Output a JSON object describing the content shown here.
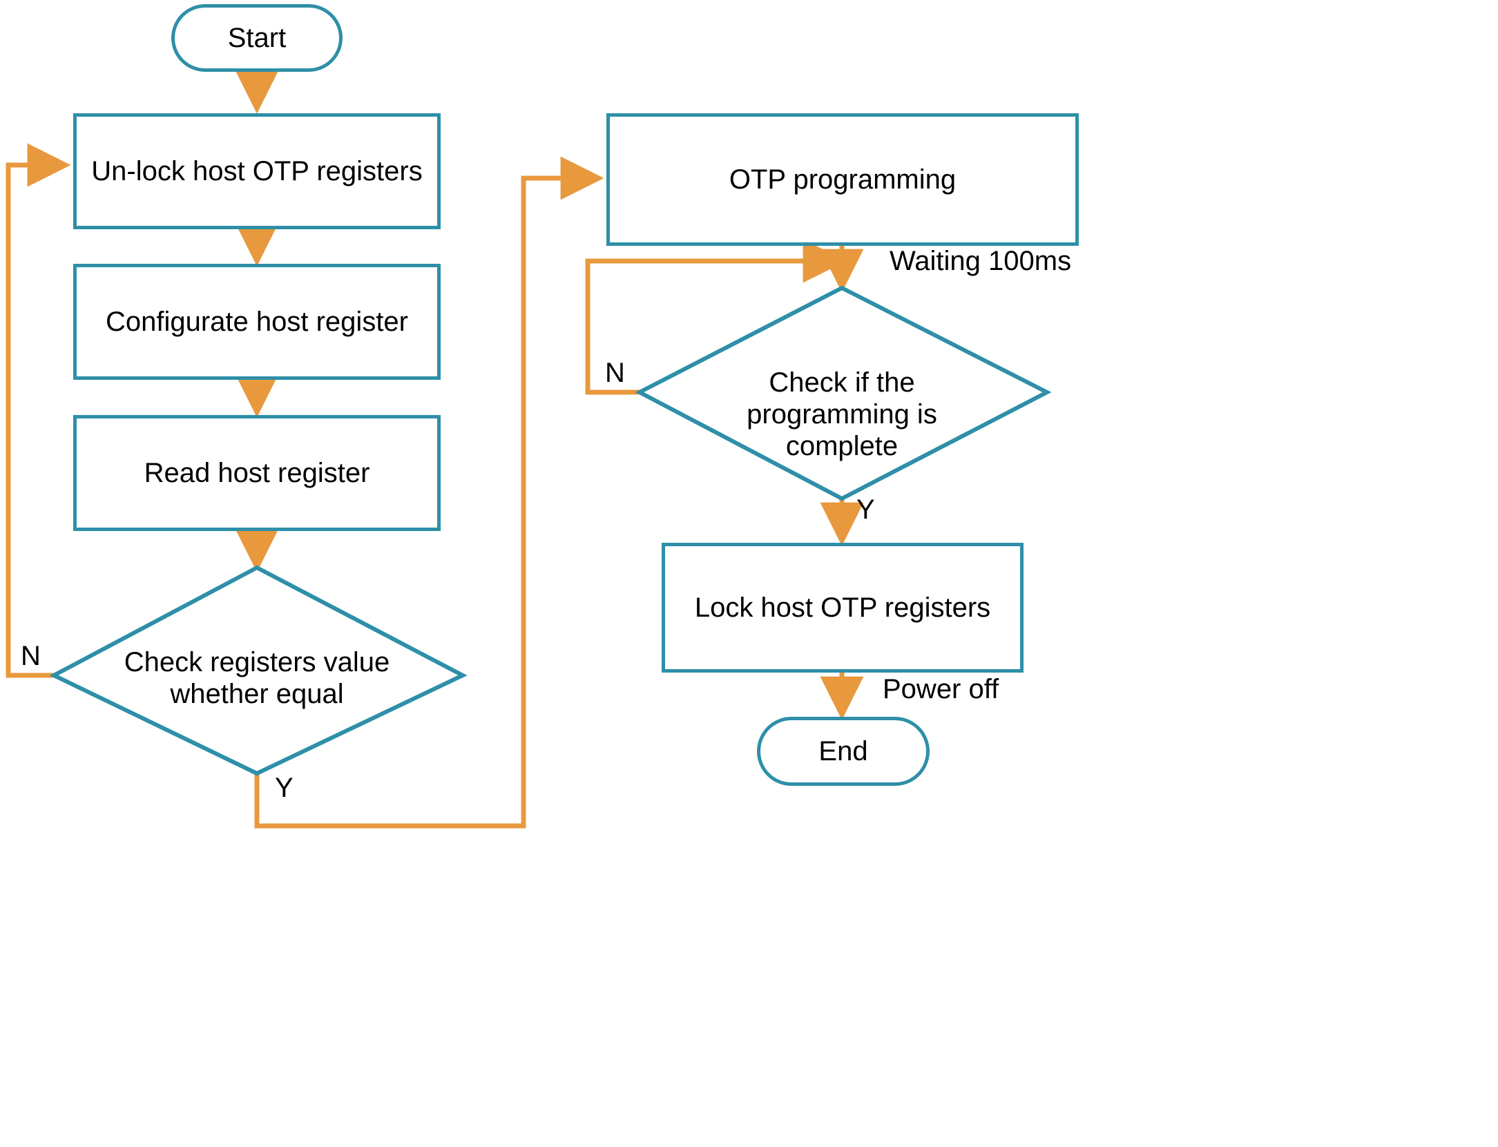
{
  "diagram": {
    "title": "Host OTP programming flowchart",
    "colors": {
      "shape_stroke": "#2E8FA8",
      "connector": "#E8993D",
      "text": "#000000",
      "background": "#FFFFFF"
    },
    "nodes": {
      "start": {
        "label": "Start",
        "type": "terminator"
      },
      "unlock": {
        "label": "Un-lock host OTP registers",
        "type": "process"
      },
      "configurate": {
        "label": "Configurate host register",
        "type": "process"
      },
      "read": {
        "label": "Read host register",
        "type": "process"
      },
      "check_equal": {
        "label": "Check registers value\nwhether equal",
        "type": "decision"
      },
      "otp_prog": {
        "label": "OTP programming",
        "type": "process"
      },
      "check_done": {
        "label": "Check if the programming is\ncomplete",
        "type": "decision"
      },
      "lock": {
        "label": "Lock host OTP registers",
        "type": "process"
      },
      "end": {
        "label": "End",
        "type": "terminator"
      }
    },
    "edge_labels": {
      "check_equal_no": "N",
      "check_equal_yes": "Y",
      "check_done_no": "N",
      "check_done_yes": "Y",
      "waiting": "Waiting 100ms",
      "power_off": "Power off"
    }
  }
}
